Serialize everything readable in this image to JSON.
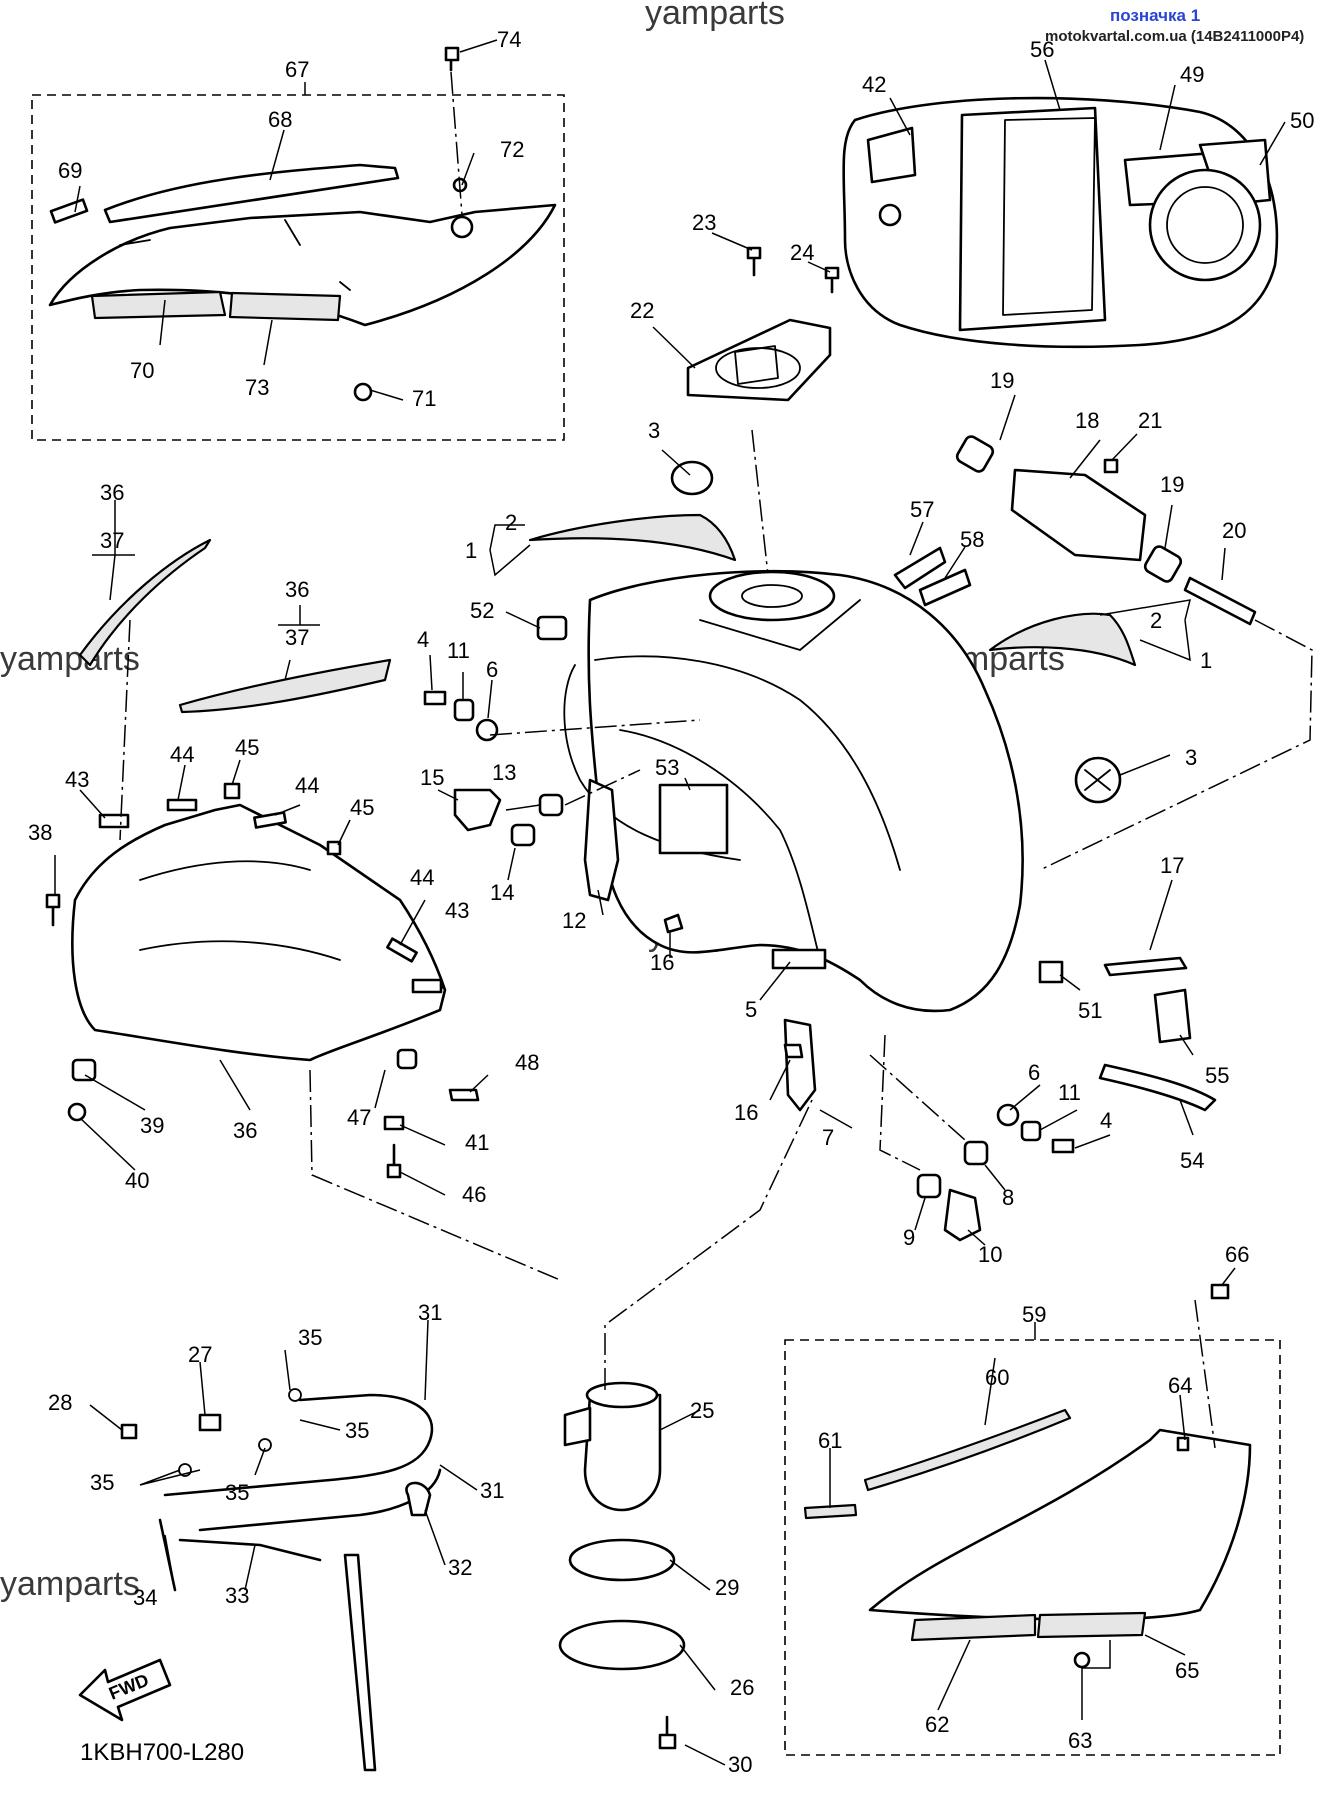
{
  "header": {
    "tag": "позначка 1",
    "source": "motokvartal.com.ua (14B2411000P4)"
  },
  "watermark": "yamparts",
  "diagram_code": "1KBH700-L280",
  "fwd_label": "FWD",
  "callouts": [
    "1",
    "2",
    "3",
    "4",
    "5",
    "6",
    "7",
    "8",
    "9",
    "10",
    "11",
    "12",
    "13",
    "14",
    "15",
    "16",
    "17",
    "18",
    "19",
    "20",
    "21",
    "22",
    "23",
    "24",
    "25",
    "26",
    "27",
    "28",
    "29",
    "30",
    "31",
    "32",
    "33",
    "34",
    "35",
    "36",
    "37",
    "38",
    "39",
    "40",
    "41",
    "42",
    "43",
    "44",
    "45",
    "46",
    "47",
    "48",
    "49",
    "50",
    "51",
    "52",
    "53",
    "54",
    "55",
    "56",
    "57",
    "58",
    "59",
    "60",
    "61",
    "62",
    "63",
    "64",
    "65",
    "66",
    "67",
    "68",
    "69",
    "70",
    "71",
    "72",
    "73",
    "74"
  ],
  "icons": {
    "fwd_arrow": "forward-arrow-icon"
  }
}
